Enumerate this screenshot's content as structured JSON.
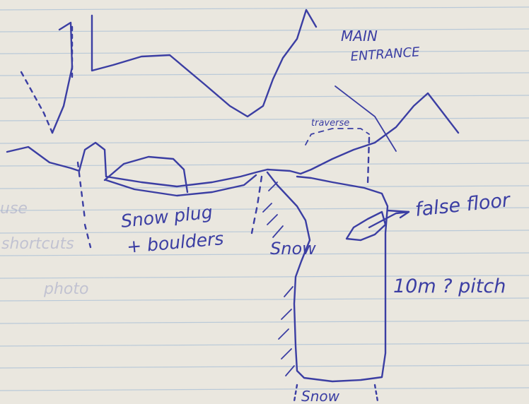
{
  "labels": {
    "main_entrance_line1": "MAIN",
    "main_entrance_line2": "ENTRANCE",
    "traverse": "traverse",
    "snow_plug_line1": "Snow plug",
    "snow_plug_line2": "+ boulders",
    "snow_side": "Snow",
    "false_floor": "false floor",
    "pitch": "10m ? pitch",
    "snow_bottom": "Snow"
  },
  "show_through_text": {
    "line1": "use",
    "line2": "shortcuts",
    "line3": "photo"
  },
  "colors": {
    "paper": "#eae7df",
    "rule_line": "#b9c9d8",
    "ink": "#3b3ea3",
    "show_through": "#a7abc9"
  }
}
